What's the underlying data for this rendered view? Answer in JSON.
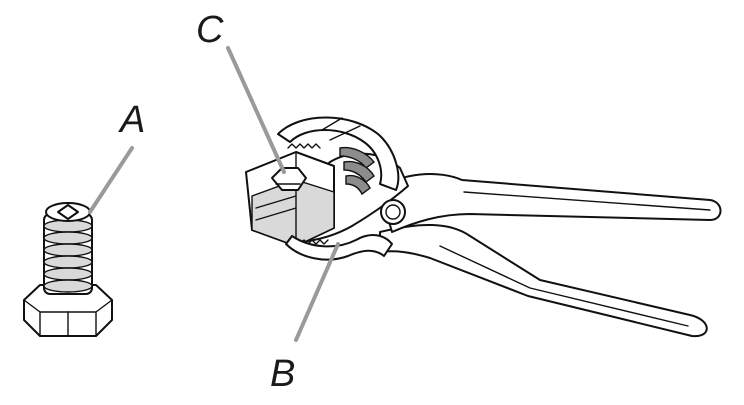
{
  "callouts": {
    "a": "A",
    "b": "B",
    "c": "C"
  },
  "colors": {
    "ink": "#111111",
    "leader": "#9a9a9a",
    "shade": "#d9d9d9",
    "background": "#ffffff"
  }
}
